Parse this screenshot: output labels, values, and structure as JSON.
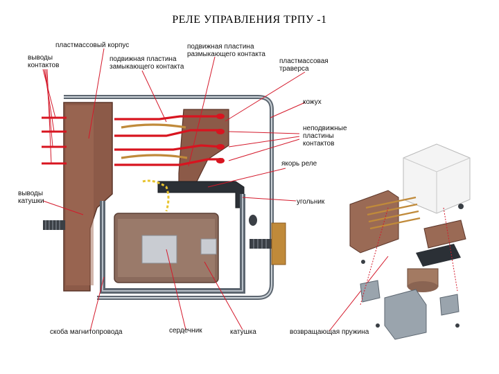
{
  "title": "РЕЛЕ  УПРАВЛЕНИЯ  ТРПУ -1",
  "labels": {
    "plastic_body": "пластмассовый корпус",
    "contact_leads": "выводы\nконтактов",
    "break_plate": "подвижная пластина\nразмыкающего контакта",
    "make_plate": "подвижная пластина\nзамыкающего контакта",
    "traverse": "пластмассовая\nтраверса",
    "casing": "кожух",
    "fixed_plates": "неподвижные\nпластины\nконтактов",
    "armature": "якорь реле",
    "coil_leads": "выводы\nкатушки",
    "angle_piece": "угольник",
    "yoke": "скоба магнитопровода",
    "core": "сердечник",
    "coil": "катушка",
    "return_spring": "возвращающая пружина"
  },
  "colors": {
    "body": "#8c5a48",
    "body_dark": "#6b3f30",
    "frame": "#5c6670",
    "leader": "#d4182a",
    "wire": "#d8141f",
    "coil": "#8a6a5c",
    "plate_gold": "#c08a3a"
  }
}
